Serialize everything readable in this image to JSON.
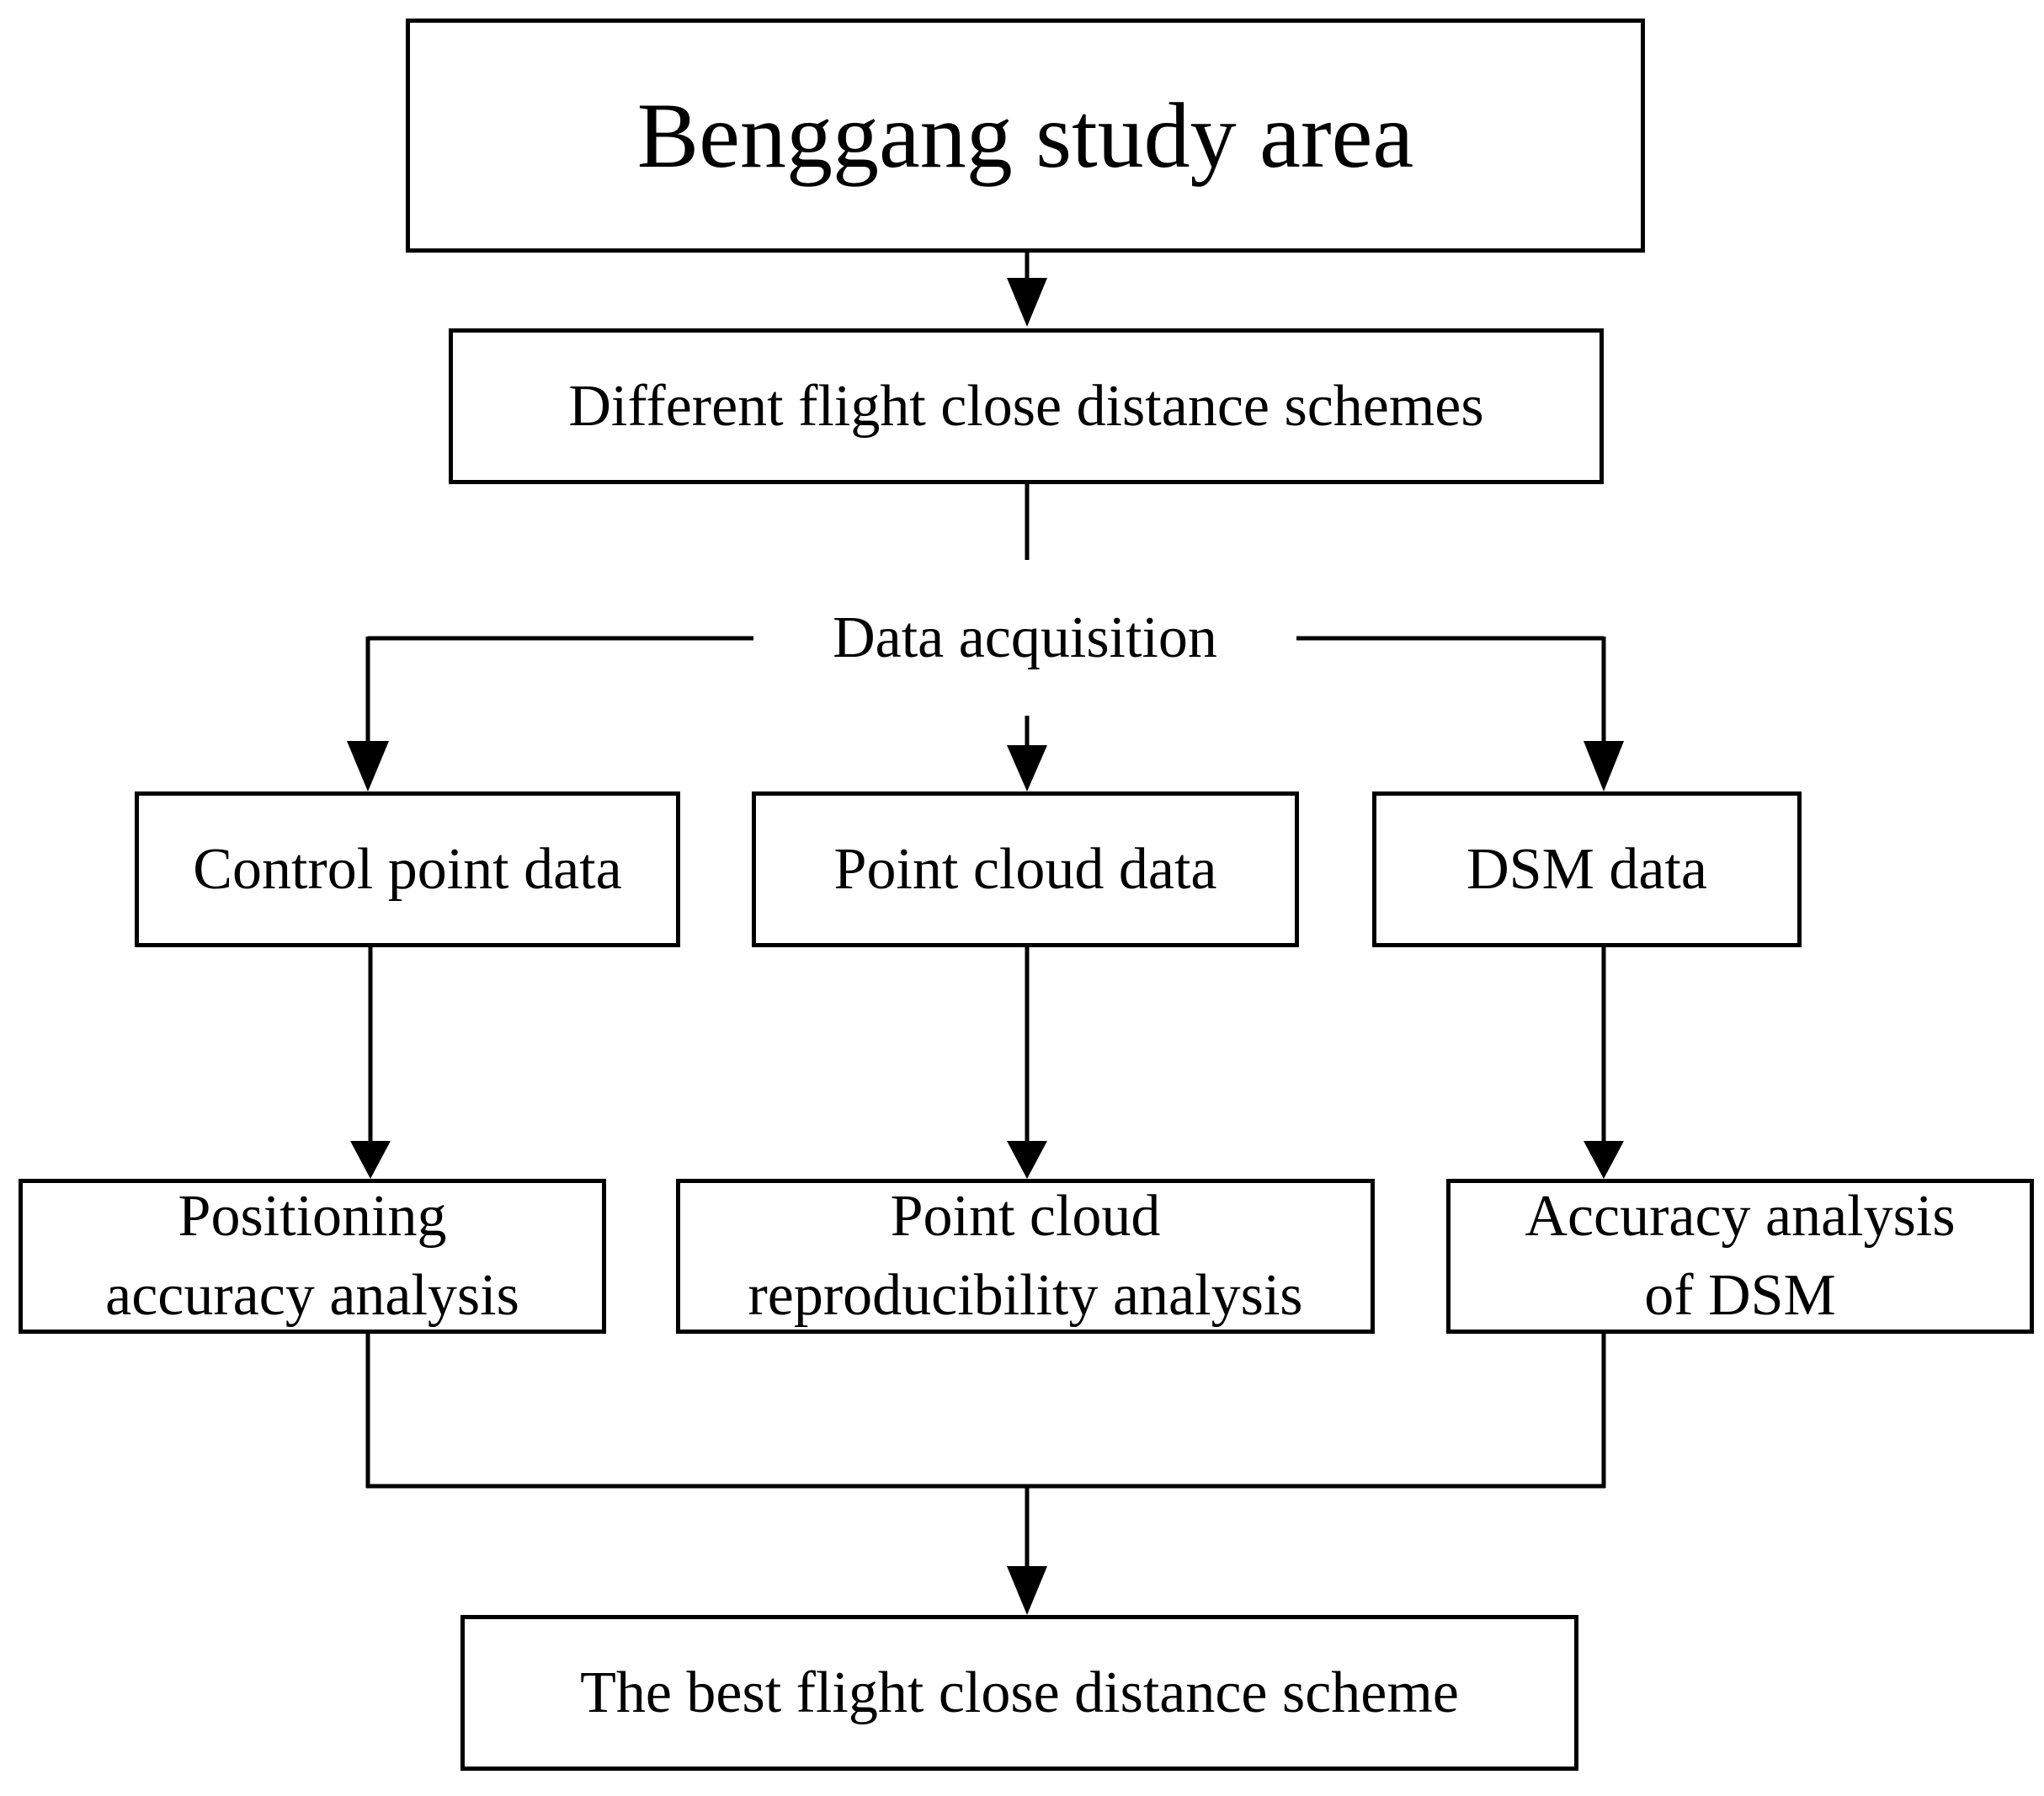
{
  "diagram": {
    "title": "Benggang study area",
    "schemes": "Different flight close distance schemes",
    "acquisition": "Data acquisition",
    "data_nodes": {
      "control_point": "Control point data",
      "point_cloud": "Point cloud data",
      "dsm": "DSM data"
    },
    "analysis_nodes": {
      "positioning": [
        "Positioning",
        "accuracy analysis"
      ],
      "reproducibility": [
        "Point cloud",
        "reproducibility analysis"
      ],
      "dsm_accuracy": [
        "Accuracy analysis",
        "of DSM"
      ]
    },
    "result": "The best flight close distance scheme"
  },
  "colors": {
    "line": "#000000",
    "background": "#ffffff"
  }
}
